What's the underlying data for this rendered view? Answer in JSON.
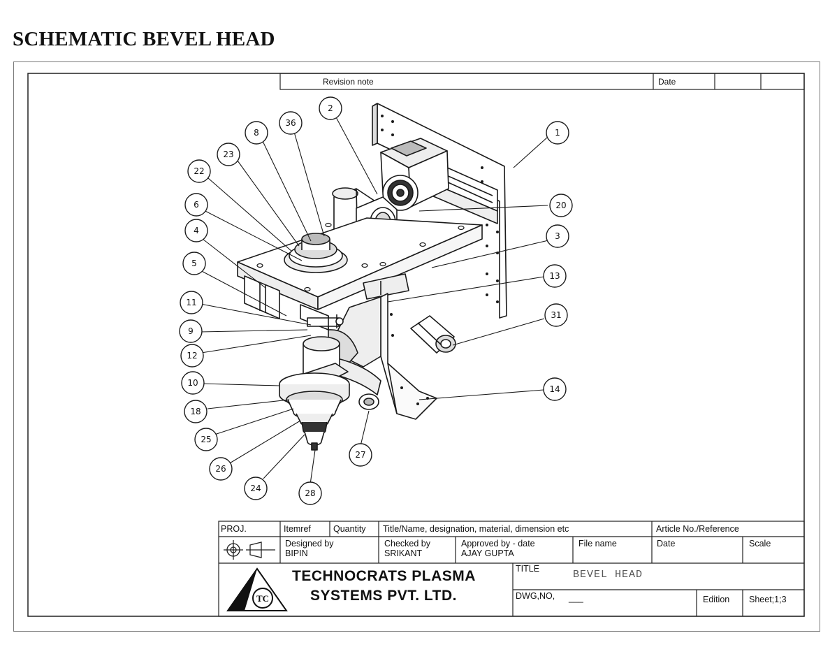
{
  "page": {
    "title": "SCHEMATIC BEVEL HEAD"
  },
  "revision": {
    "note_label": "Revision note",
    "date_label": "Date"
  },
  "callouts": [
    "1",
    "2",
    "3",
    "4",
    "5",
    "6",
    "8",
    "9",
    "10",
    "11",
    "12",
    "13",
    "14",
    "18",
    "20",
    "22",
    "23",
    "24",
    "25",
    "26",
    "27",
    "28",
    "31",
    "36"
  ],
  "title_block": {
    "proj_label": "PROJ.",
    "itemref_label": "Itemref",
    "quantity_label": "Quantity",
    "title_name_label": "Title/Name, designation, material, dimension etc",
    "article_label": "Article No./Reference",
    "designed_by_label": "Designed by",
    "designed_by": "BIPIN",
    "checked_by_label": "Checked by",
    "checked_by": "SRIKANT",
    "approved_by_label": "Approved by - date",
    "approved_by": "AJAY GUPTA",
    "file_name_label": "File name",
    "date_label": "Date",
    "scale_label": "Scale",
    "company_line1": "TECHNOCRATS PLASMA",
    "company_line2": "SYSTEMS PVT. LTD.",
    "logo_letters": "TC",
    "title_label": "TITLE",
    "title_value": "BEVEL HEAD",
    "dwg_label": "DWG,NO,",
    "dwg_value": "___",
    "edition_label": "Edition",
    "sheet_label": "Sheet;1;3"
  }
}
